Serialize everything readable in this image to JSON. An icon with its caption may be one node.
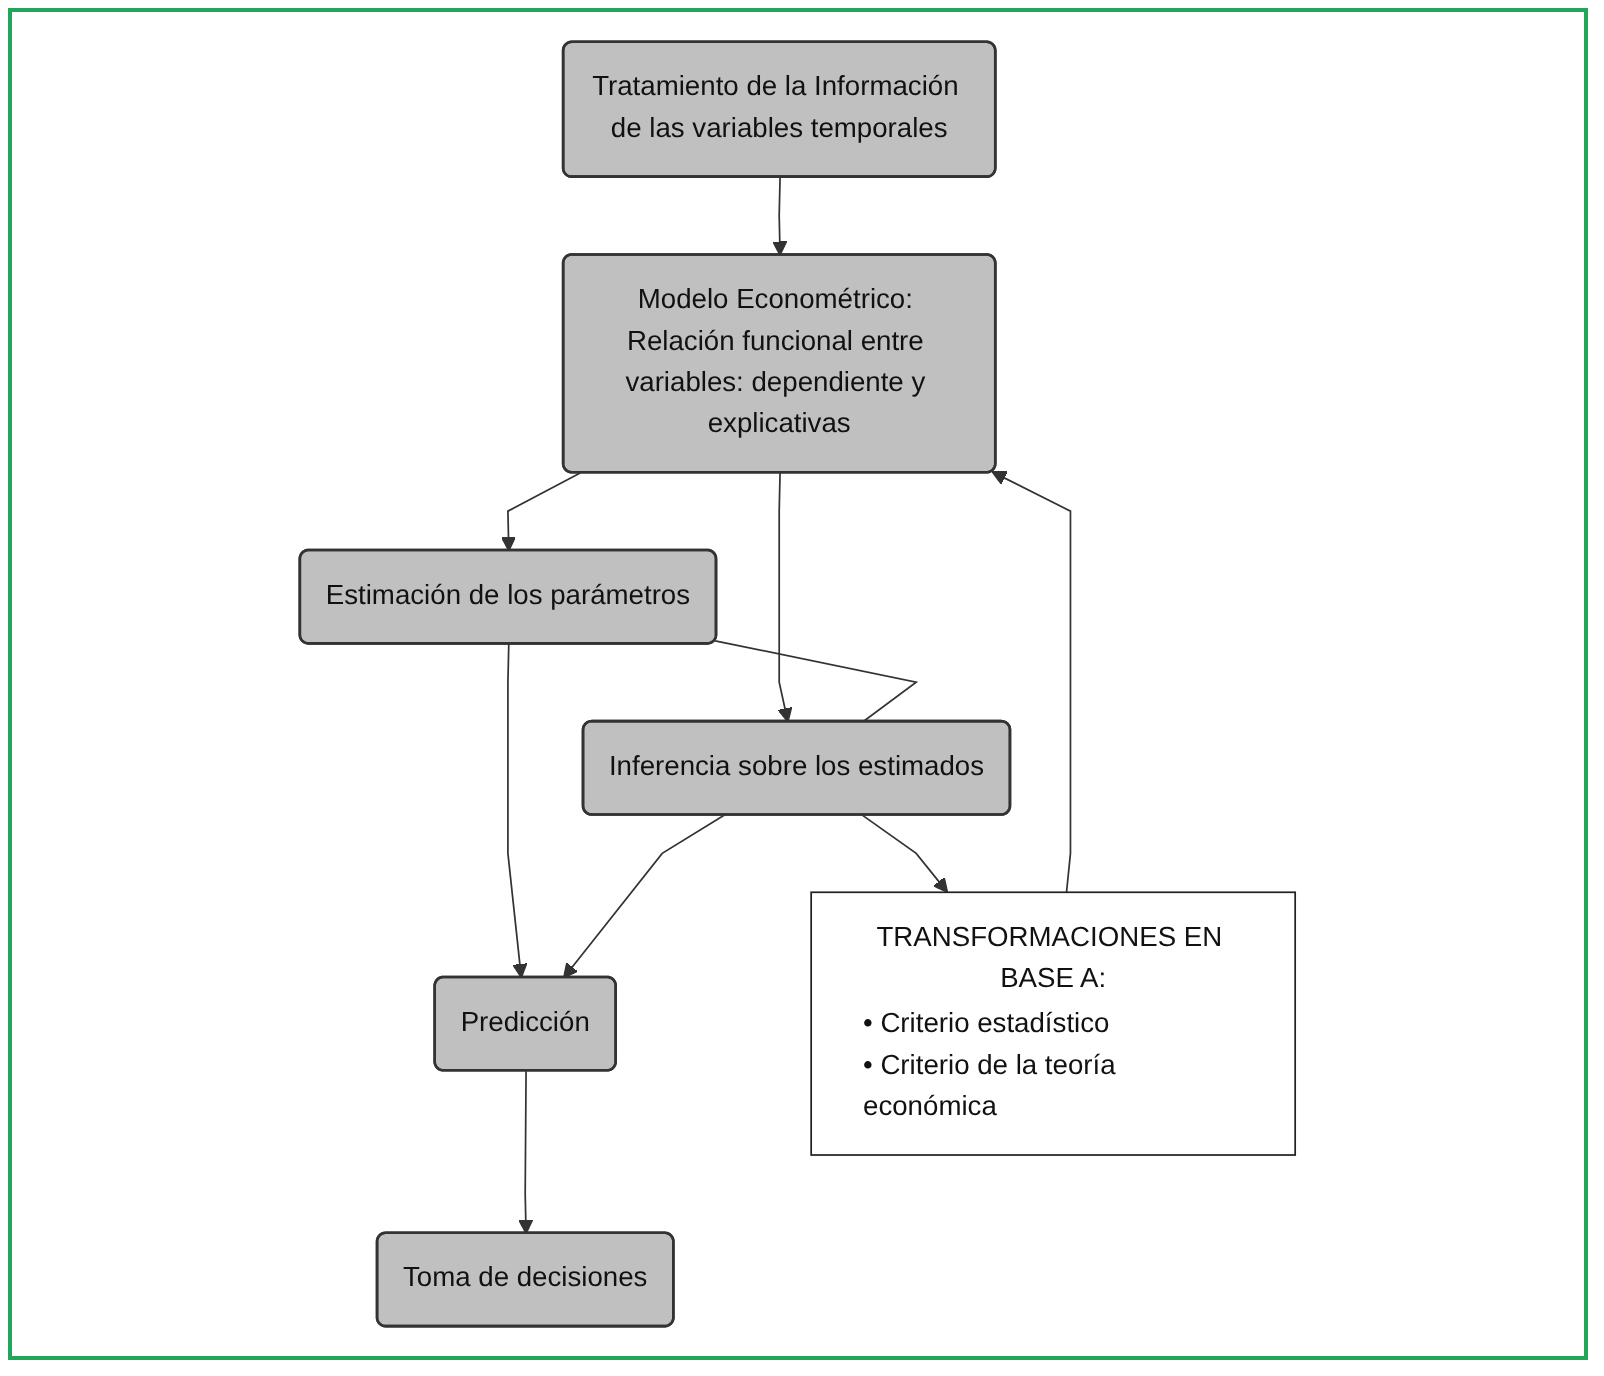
{
  "diagram": {
    "nodes": [
      {
        "text": [
          "Tratamiento de la Información de las variables temporales"
        ]
      },
      {
        "text": [
          "Modelo Econométrico: Relación funcional entre variables: dependiente y explicativas"
        ]
      },
      {
        "text": [
          "Estimación de los parámetros"
        ]
      },
      {
        "text": [
          "Inferencia sobre los estimados"
        ]
      },
      {
        "text": [
          "Predicción"
        ]
      },
      {
        "text": [
          "Toma de decisiones"
        ]
      },
      {
        "text": [
          "TRANSFORMACIONES EN BASE A:",
          "• Criterio estadístico",
          "• Criterio de la teoría económica"
        ]
      }
    ],
    "edges": [
      {
        "from": 0,
        "to": 1,
        "arrow": "to"
      },
      {
        "from": 1,
        "to": 2,
        "arrow": "to"
      },
      {
        "from": 1,
        "to": 3,
        "arrow": "to"
      },
      {
        "from": 2,
        "to": 3,
        "arrow": "none"
      },
      {
        "from": 2,
        "to": 4,
        "arrow": "to"
      },
      {
        "from": 3,
        "to": 4,
        "arrow": "to"
      },
      {
        "from": 4,
        "to": 5,
        "arrow": "to"
      },
      {
        "from": 3,
        "to": 6,
        "arrow": "to"
      },
      {
        "from": 6,
        "to": 1,
        "arrow": "to"
      }
    ]
  }
}
